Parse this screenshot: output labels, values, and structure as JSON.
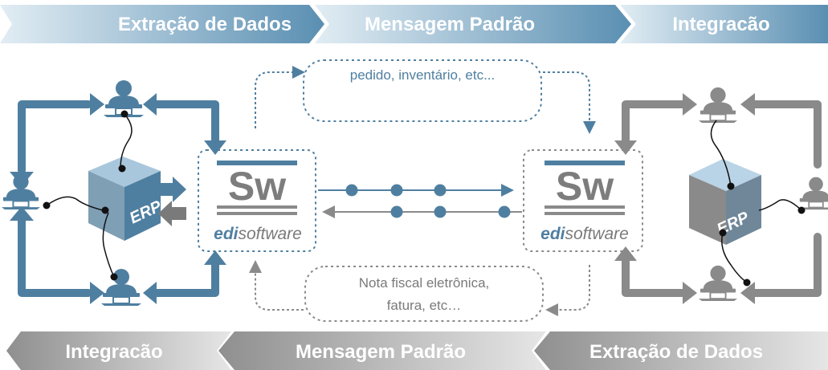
{
  "top_banner": {
    "left": "Extração de Dados",
    "middle": "Mensagem Padrão",
    "right": "Integracão"
  },
  "bottom_banner": {
    "left": "Integracão",
    "middle": "Mensagem Padrão",
    "right": "Extração de Dados"
  },
  "top_cloud": {
    "text": "pedido, inventário, etc..."
  },
  "bottom_cloud": {
    "line1": "Nota fiscal eletrônica,",
    "line2": "fatura, etc…"
  },
  "left_node": {
    "erp_label": "ERP",
    "logo_mark": "Sw",
    "logo_brand_bold": "edi",
    "logo_brand_rest": "software"
  },
  "right_node": {
    "erp_label": "ERP",
    "logo_mark": "Sw",
    "logo_brand_bold": "edi",
    "logo_brand_rest": "software"
  },
  "colors": {
    "blue": "#4f7fa0",
    "blue_light": "#7aa6c3",
    "gray": "#8a8a8a",
    "gray_light": "#b9b9b9",
    "banner_blue_start": "#d8e7f0",
    "banner_blue_end": "#5a8fb2",
    "banner_gray_start": "#9b9b9b",
    "banner_gray_end": "#e4e4e4"
  }
}
